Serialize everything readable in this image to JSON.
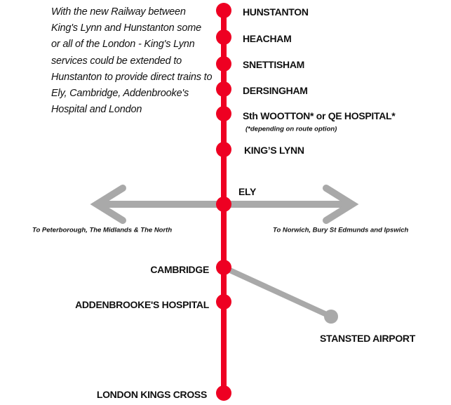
{
  "intro_text": "With the new Railway between King's Lynn and Hunstanton some or all of the London - King's Lynn services could be extended to Hunstanton to provide direct trains to Ely, Cambridge, Addenbrooke's Hospital and London",
  "stations": {
    "hunstanton": "HUNSTANTON",
    "heacham": "HEACHAM",
    "snettisham": "SNETTISHAM",
    "dersingham": "DERSINGHAM",
    "wootton": "Sth WOOTTON* or QE HOSPITAL*",
    "wootton_note": "(*depending on route option)",
    "kings_lynn": "KING’S LYNN",
    "ely": "ELY",
    "cambridge": "CAMBRIDGE",
    "addenbrookes": "ADDENBROOKE'S HOSPITAL",
    "london": "LONDON KINGS CROSS",
    "stansted": "STANSTED AIRPORT"
  },
  "directions": {
    "west": "To Peterborough, The Midlands & The North",
    "east": "To Norwich, Bury St Edmunds and Ipswich"
  },
  "colors": {
    "main_line": "#ee0022",
    "branch": "#a9a9a9",
    "text": "#111111"
  }
}
